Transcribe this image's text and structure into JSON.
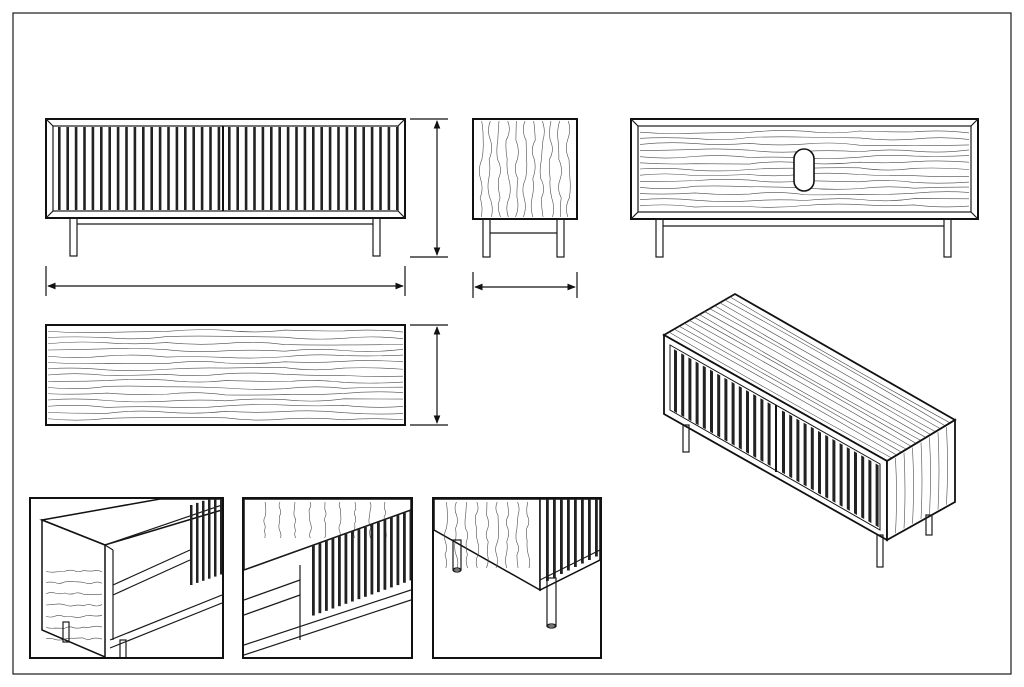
{
  "sheet": {
    "title": "",
    "views": [
      "front-elevation",
      "side-elevation",
      "back-elevation",
      "top-plan",
      "isometric",
      "detail-left-corner",
      "detail-sliding-door",
      "detail-leg-joint"
    ]
  },
  "colors": {
    "line": "#1a1a1a",
    "paper": "#ffffff",
    "slat_dark": "#222222"
  },
  "dimensions": {
    "labels": []
  }
}
